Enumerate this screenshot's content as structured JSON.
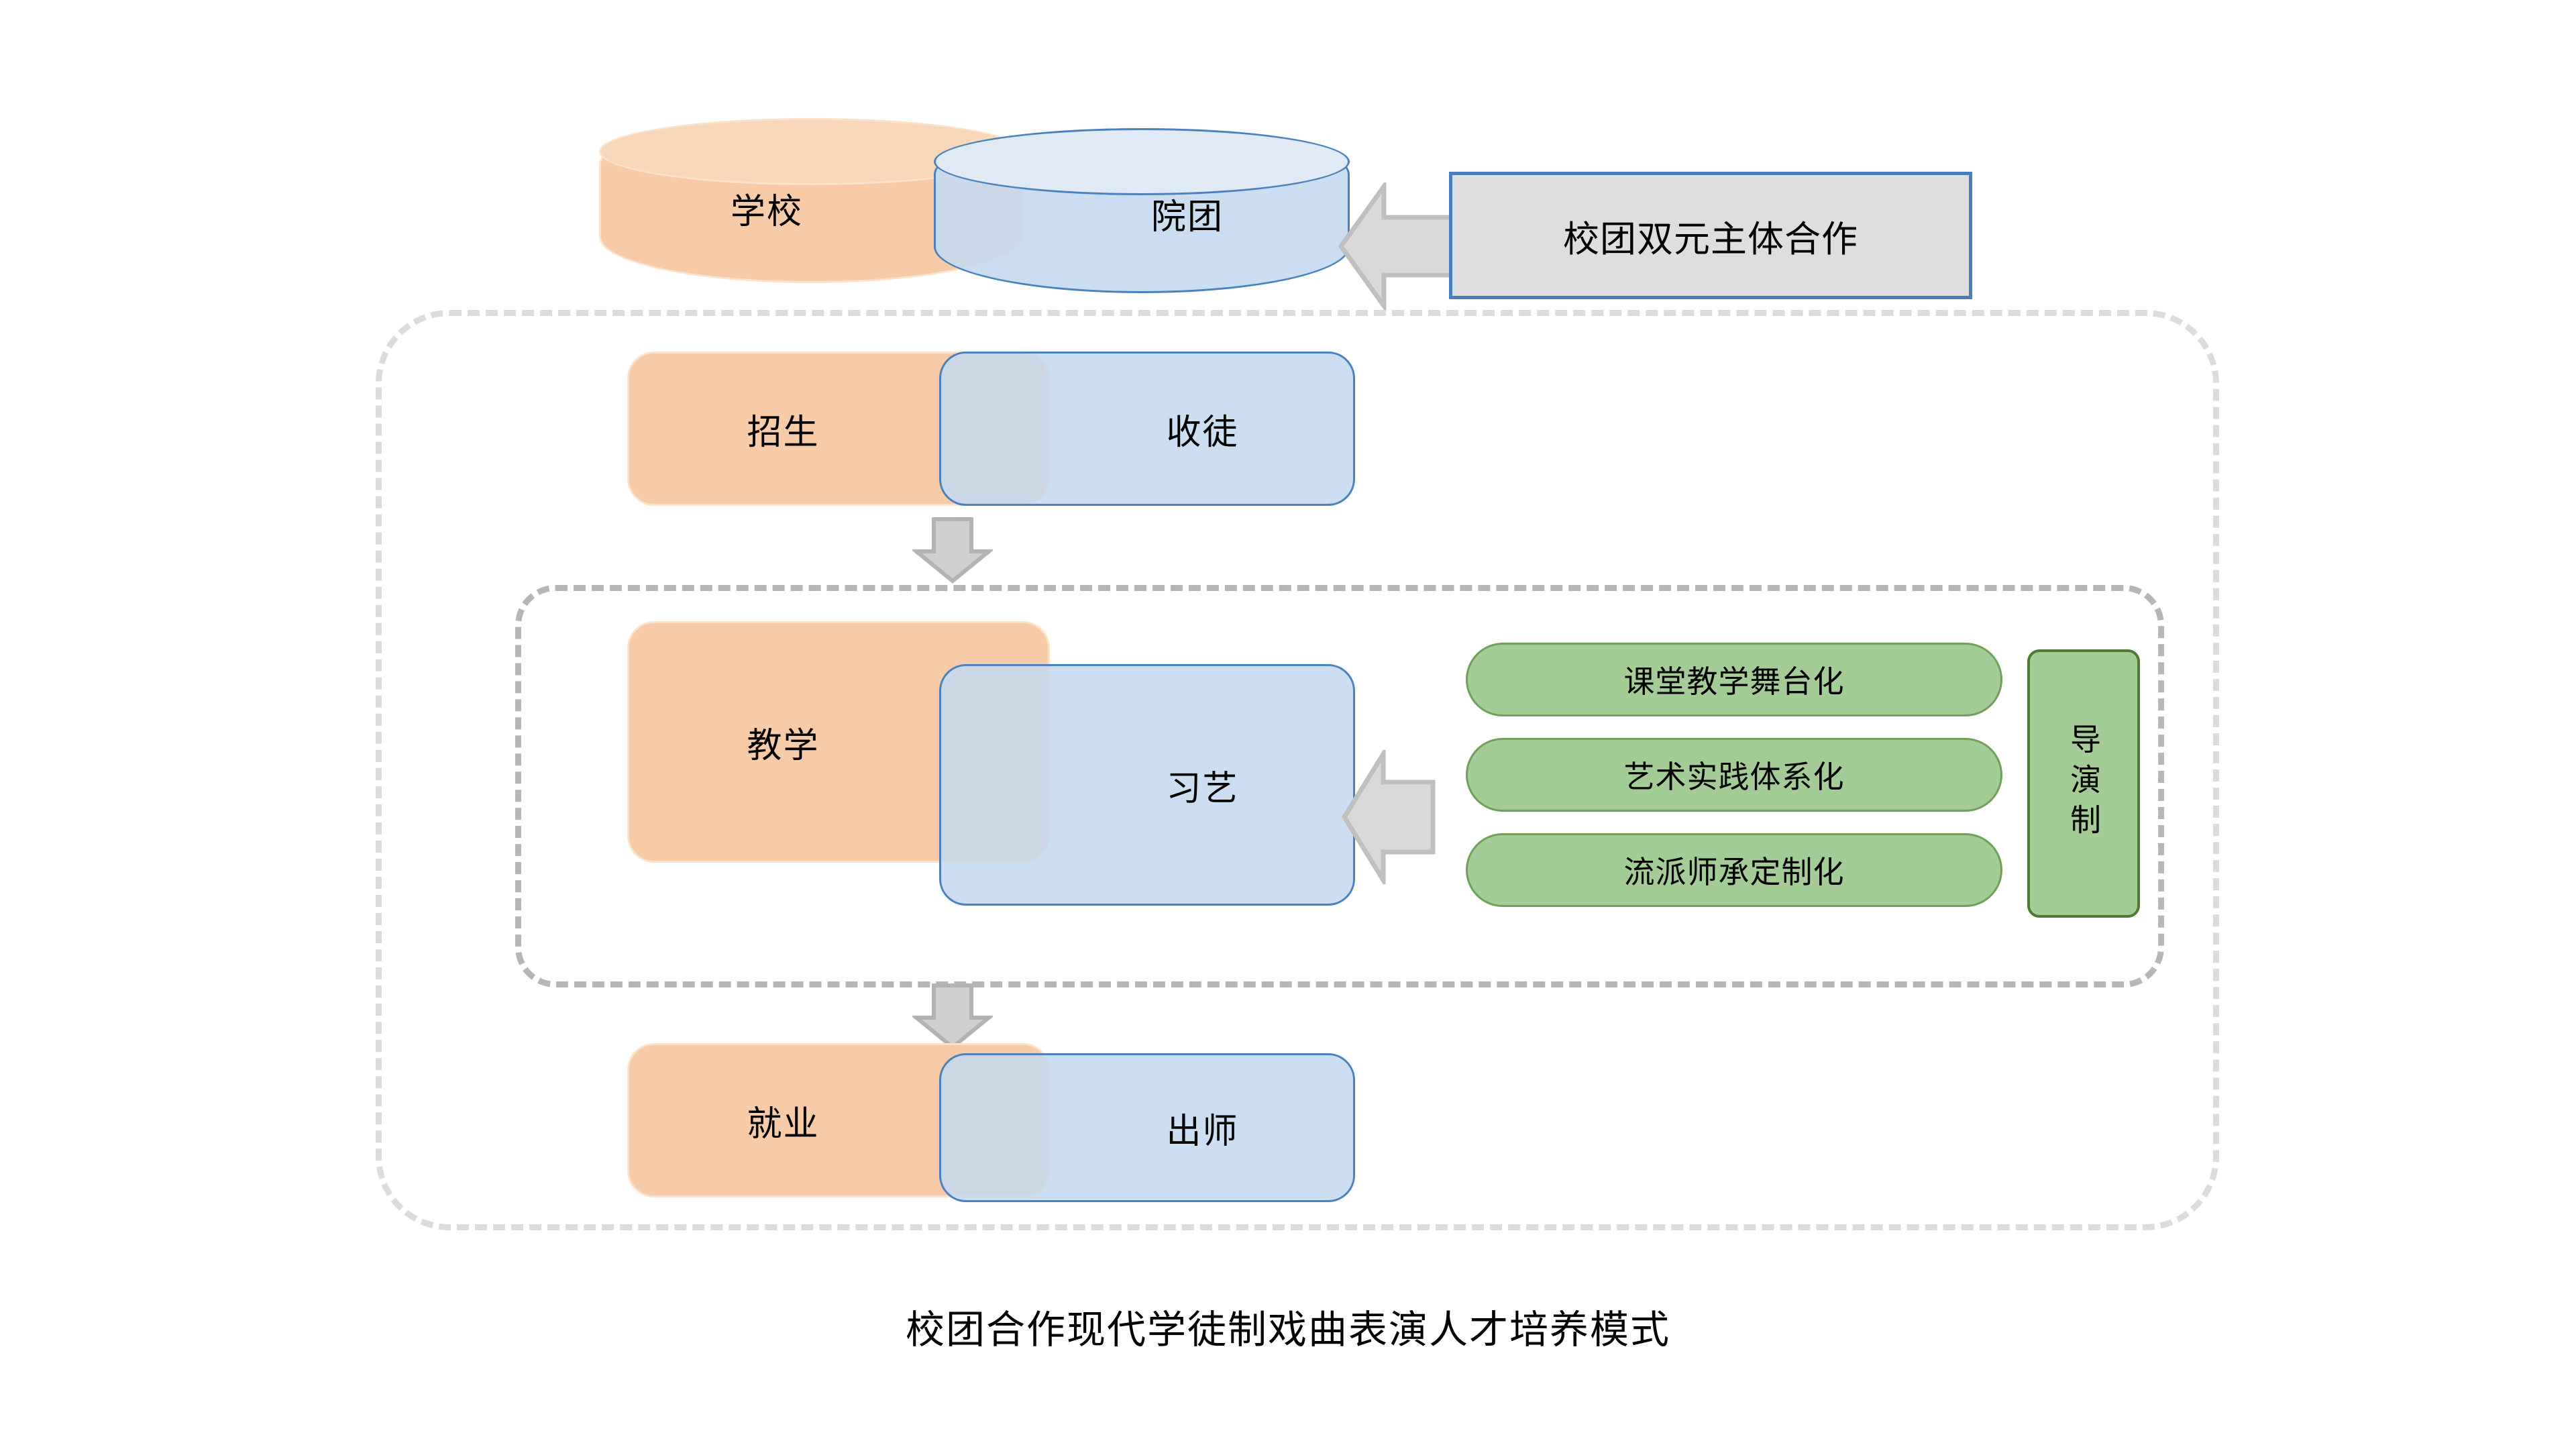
{
  "diagram": {
    "caption": "校团合作现代学徒制戏曲表演人才培养模式",
    "top_row": {
      "school_cylinder": "学校",
      "troupe_cylinder": "院团",
      "callout": "校团双元主体合作",
      "arrow": "left-arrow-icon"
    },
    "rows": [
      {
        "left": "招生",
        "right": "收徒"
      },
      {
        "left": "教学",
        "right": "习艺"
      },
      {
        "left": "就业",
        "right": "出师"
      }
    ],
    "teaching_methods": [
      "课堂教学舞台化",
      "艺术实践体系化",
      "流派师承定制化"
    ],
    "director_system": "导演制",
    "connector_arrows": {
      "recruit_to_teach": "down-arrow-icon",
      "teach_to_employ": "down-arrow-icon",
      "methods_to_practice": "left-arrow-icon"
    }
  },
  "colors": {
    "orange_fill": "#F7CBA8",
    "orange_stroke": "#FBE2C9",
    "blue_fill": "#C4D9EF",
    "blue_stroke": "#4A82BD",
    "green_fill": "#A3CC96",
    "green_stroke": "#70A05A",
    "green_dark_stroke": "#4F7A35",
    "gray_fill": "#DEDEDE",
    "gray_stroke": "#B6B6B6",
    "callout_border": "#4A7EBB",
    "dashed_outer": "#DCDCDC",
    "dashed_inner": "#B6B6B6",
    "overlap_fill": "#C5D2E0"
  }
}
